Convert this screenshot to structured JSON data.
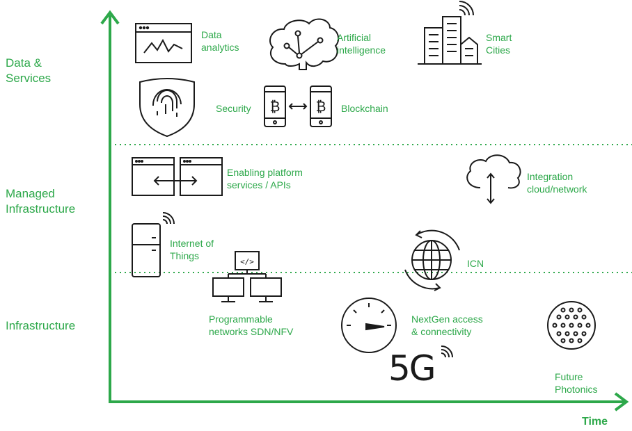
{
  "layers": {
    "top": "Data &\nServices",
    "middle": "Managed\nInfrastructure",
    "bottom": "Infrastructure"
  },
  "axis": {
    "x_label": "Time"
  },
  "items": {
    "data_analytics": "Data\nanalytics",
    "ai": "Artificial\nintelligence",
    "smart_cities": "Smart\nCities",
    "security": "Security",
    "blockchain": "Blockchain",
    "platform": "Enabling platform\nservices / APIs",
    "integration": "Integration\ncloud/network",
    "iot": "Internet of\nThings",
    "icn": "ICN",
    "sdn": "Programmable\nnetworks SDN/NFV",
    "nextgen": "NextGen access\n& connectivity",
    "fiveg": "5G",
    "photonics": "Future\nPhotonics"
  },
  "colors": {
    "accent": "#2da84a",
    "icon": "#1a1a1a"
  }
}
